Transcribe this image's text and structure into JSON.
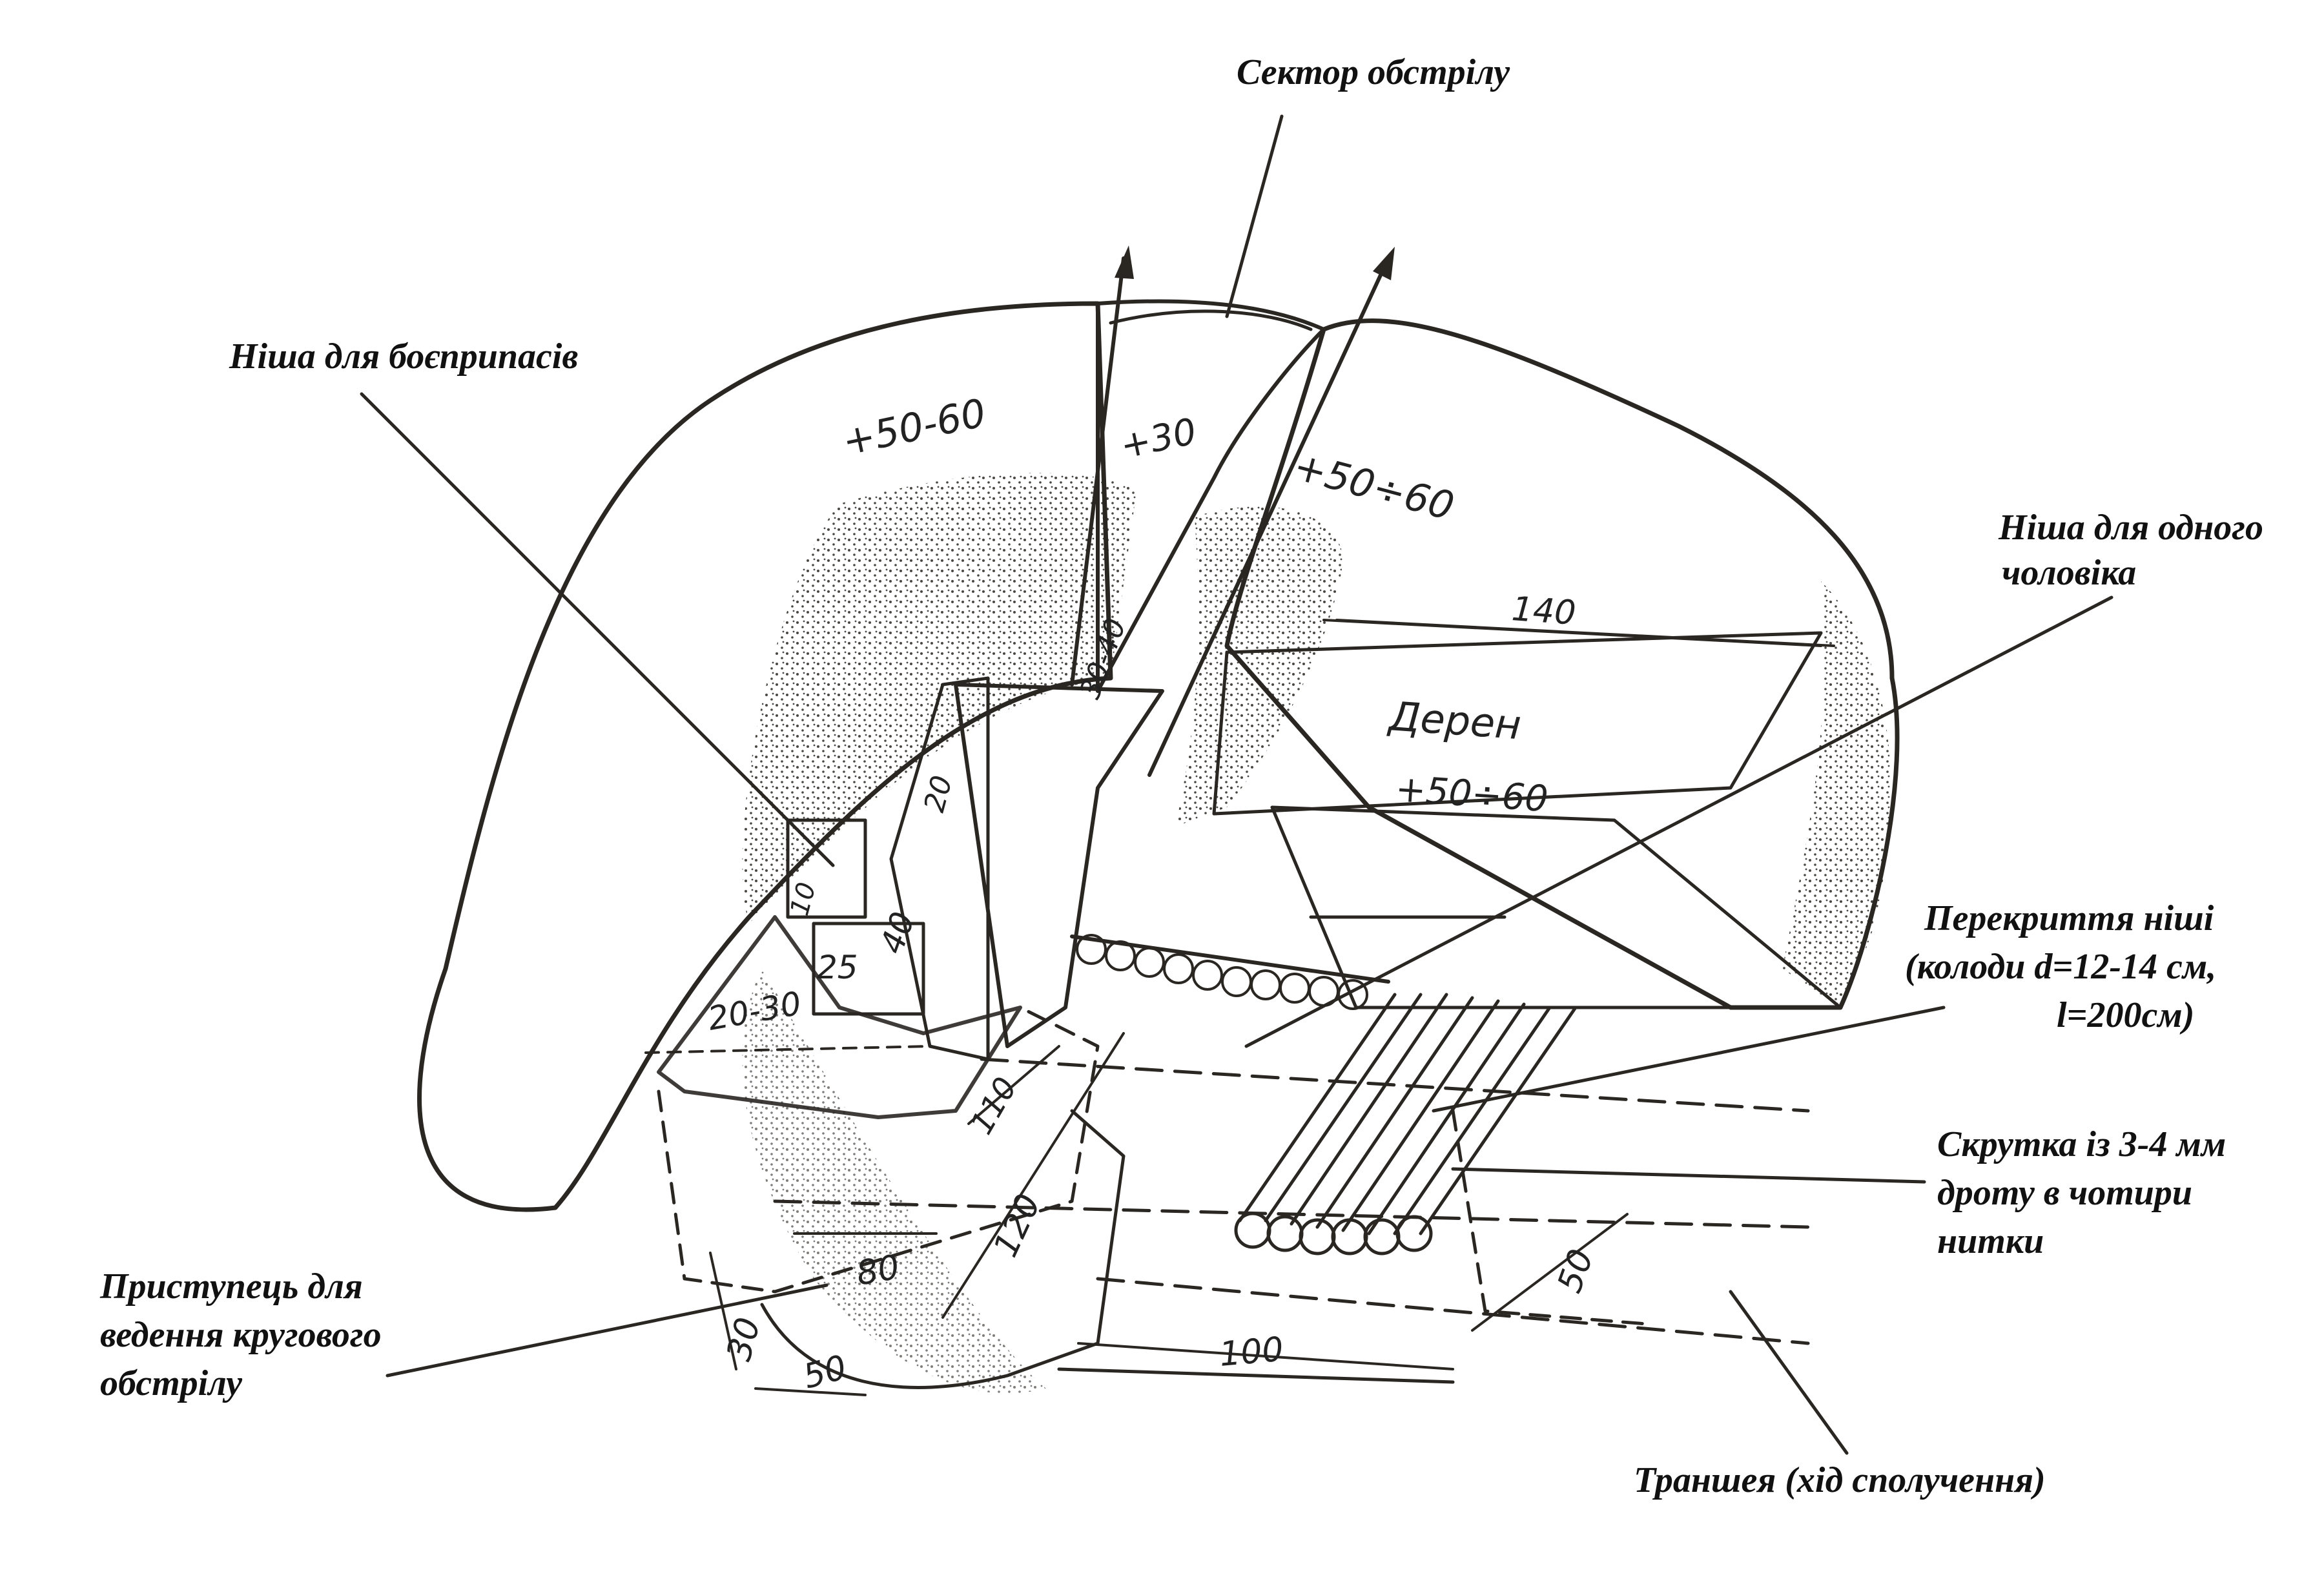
{
  "callouts": {
    "sector": "Сектор обстрілу",
    "ammo_niche": "Ніша для боєприпасів",
    "one_man_niche_1": "Ніша для одного",
    "one_man_niche_2": "чоловіка",
    "cover_1": "Перекриття ніші",
    "cover_2": "(колоди d=12-14 см,",
    "cover_3": "l=200см)",
    "twist_1": "Скрутка із 3-4 мм",
    "twist_2": "дроту в чотири",
    "twist_3": "нитки",
    "step_1": "Приступець для",
    "step_2": "ведення кругового",
    "step_3": "обстрілу",
    "trench": "Траншея (хід сполучення)"
  },
  "dimensions": {
    "parapet_left": "+50-60",
    "parapet_center": "+30",
    "parapet_right": "+50÷60",
    "sod_height": "+50÷60",
    "sod": "Дерен",
    "width_140": "140",
    "depth_110": "110",
    "depth_120": "120",
    "d_80": "80",
    "d_50_bottom": "50",
    "d_30": "30",
    "d_100": "100",
    "d_50_right": "50",
    "d_20_30": "20-30",
    "d_25": "25",
    "d_40": "40",
    "d_20": "20",
    "d_10": "10",
    "d_30_40": "30-40"
  },
  "colors": {
    "ink": "#2a2622",
    "text": "#111111",
    "background": "#ffffff"
  }
}
